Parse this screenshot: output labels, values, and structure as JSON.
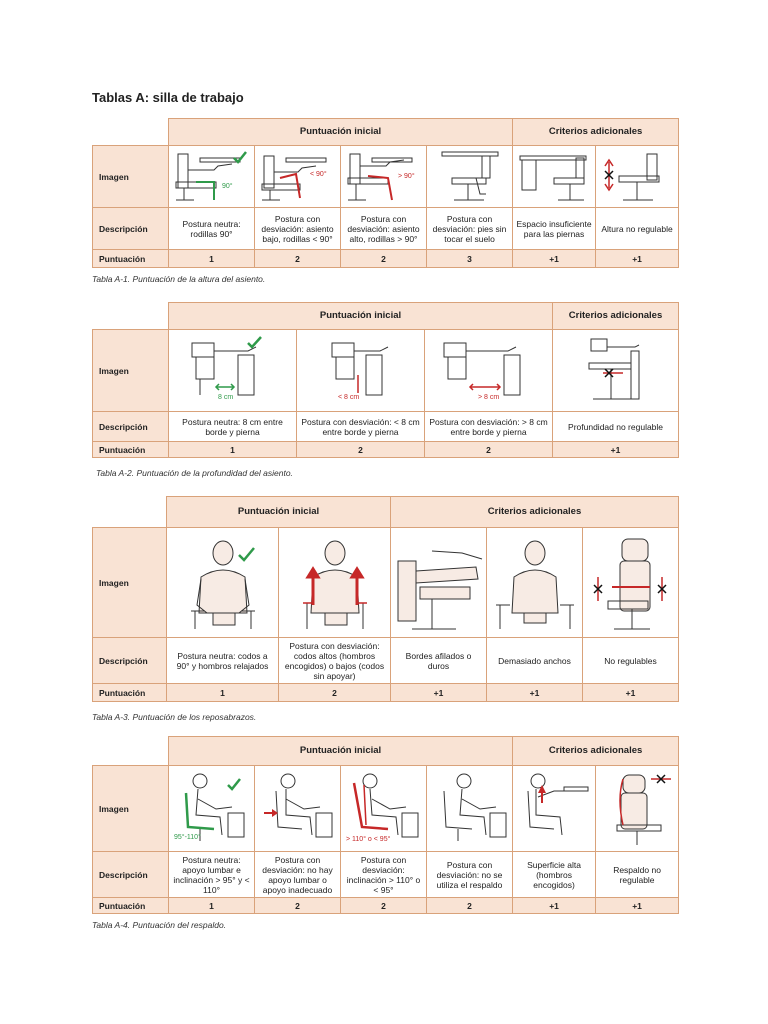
{
  "page_title": "Tablas A: silla de trabajo",
  "colors": {
    "header_fill": "#f9e3d4",
    "border": "#d9a27a",
    "ok": "#2f9a4a",
    "deviation": "#c62828"
  },
  "tables": [
    {
      "header_initial": "Puntuación inicial",
      "header_additional": "Criterios adicionales",
      "row_image": "Imagen",
      "row_description": "Descripción",
      "row_score": "Puntuación",
      "img_labels": [
        "90°",
        "< 90°",
        "> 90°"
      ],
      "descriptions": [
        "Postura neutra: rodillas 90°",
        "Postura con desviación: asiento bajo, rodillas < 90°",
        "Postura con desviación: asiento alto, rodillas > 90°",
        "Postura con desviación: pies sin tocar el suelo",
        "Espacio insuficiente para las piernas",
        "Altura no regulable"
      ],
      "scores": [
        "1",
        "2",
        "2",
        "3",
        "+1",
        "+1"
      ],
      "caption": "Tabla A-1. Puntuación de la altura del asiento."
    },
    {
      "header_initial": "Puntuación inicial",
      "header_additional": "Criterios adicionales",
      "row_image": "Imagen",
      "row_description": "Descripción",
      "row_score": "Puntuación",
      "img_labels": [
        "8 cm",
        "< 8 cm",
        "> 8 cm"
      ],
      "descriptions": [
        "Postura neutra: 8 cm entre borde y pierna",
        "Postura con desviación: < 8 cm entre borde y pierna",
        "Postura con desviación: > 8 cm entre borde y pierna",
        "Profundidad no regulable"
      ],
      "scores": [
        "1",
        "2",
        "2",
        "+1"
      ],
      "caption": "Tabla A-2. Puntuación de la profundidad del asiento."
    },
    {
      "header_initial": "Puntuación inicial",
      "header_additional": "Criterios adicionales",
      "row_image": "Imagen",
      "row_description": "Descripción",
      "row_score": "Puntuación",
      "descriptions": [
        "Postura neutra: codos a 90° y hombros relajados",
        "Postura con desviación: codos altos (hombros encogidos) o bajos (codos sin apoyar)",
        "Bordes afilados o duros",
        "Demasiado anchos",
        "No regulables"
      ],
      "scores": [
        "1",
        "2",
        "+1",
        "+1",
        "+1"
      ],
      "caption": "Tabla A-3. Puntuación de los reposabrazos."
    },
    {
      "header_initial": "Puntuación inicial",
      "header_additional": "Criterios adicionales",
      "row_image": "Imagen",
      "row_description": "Descripción",
      "row_score": "Puntuación",
      "img_labels": [
        "95°-110°",
        "> 110° o < 95°"
      ],
      "descriptions": [
        "Postura neutra: apoyo lumbar e inclinación > 95° y < 110°",
        "Postura con desviación: no hay apoyo lumbar o apoyo inadecuado",
        "Postura con desviación: inclinación > 110° o < 95°",
        "Postura con desviación: no se utiliza el respaldo",
        "Superficie alta (hombros encogidos)",
        "Respaldo no regulable"
      ],
      "scores": [
        "1",
        "2",
        "2",
        "2",
        "+1",
        "+1"
      ],
      "caption": "Tabla A-4. Puntuación del respaldo."
    }
  ]
}
